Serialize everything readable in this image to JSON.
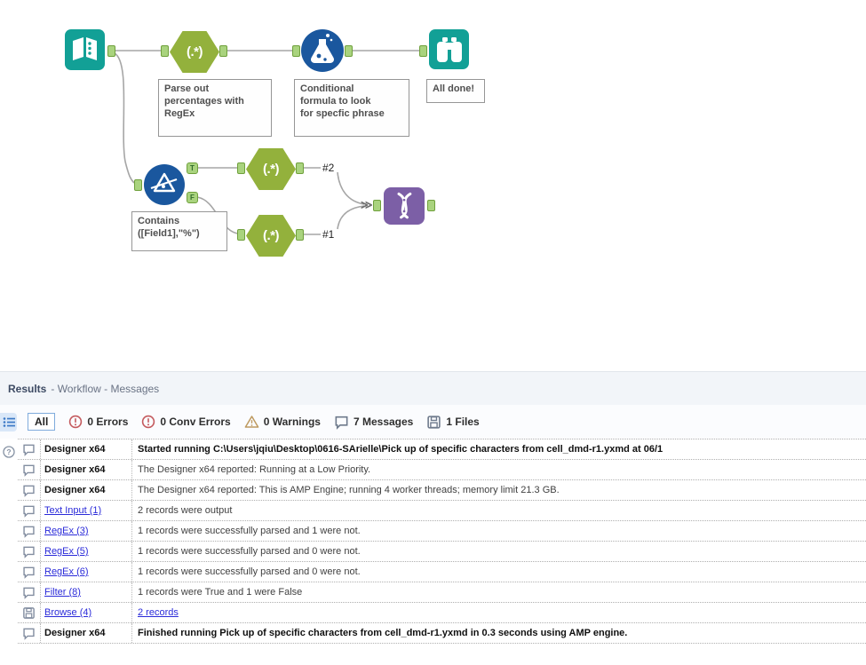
{
  "workflow": {
    "glyphs": {
      "regex": "(.*)",
      "t": "T",
      "f": "F",
      "multi_input": "≫"
    },
    "connection_labels": {
      "out2": "#2",
      "out1": "#1"
    },
    "annotations": {
      "regex_parse": "Parse out\npercentages with\nRegEx",
      "formula": "Conditional\nformula to look\nfor specfic phrase",
      "browse": "All done!",
      "filter": "Contains\n([Field1],\"%\")"
    },
    "colors": {
      "teal": "#12A096",
      "hex_green": "#93B13C",
      "blue": "#1A579E",
      "purple": "#7C5FA6",
      "anchor_green": "#A9D37E",
      "wire_gray": "#A6A6A6"
    }
  },
  "results": {
    "header": {
      "title": "Results",
      "subtitle": "- Workflow - Messages"
    },
    "toolbar": {
      "all": "All",
      "errors": "0 Errors",
      "conv_errors": "0 Conv Errors",
      "warnings": "0 Warnings",
      "messages": "7 Messages",
      "files": "1 Files"
    },
    "colors": {
      "error_red": "#C45A5E",
      "warning_tan": "#BE9A60",
      "icon_gray": "#6E7A8C",
      "link_blue": "#2B2BD9"
    },
    "rows": [
      {
        "icon": "message",
        "source": "Designer x64",
        "source_link": false,
        "source_bold": true,
        "message": "Started running C:\\Users\\jqiu\\Desktop\\0616-SArielle\\Pick up of specific characters from cell_dmd-r1.yxmd at 06/1",
        "message_bold": true,
        "message_link": false
      },
      {
        "icon": "message",
        "source": "Designer x64",
        "source_link": false,
        "source_bold": true,
        "message": "The Designer x64 reported: Running at a Low Priority.",
        "message_bold": false,
        "message_link": false
      },
      {
        "icon": "message",
        "source": "Designer x64",
        "source_link": false,
        "source_bold": true,
        "message": "The Designer x64 reported: This is AMP Engine; running 4 worker threads; memory limit 21.3 GB.",
        "message_bold": false,
        "message_link": false
      },
      {
        "icon": "message",
        "source": "Text Input (1)",
        "source_link": true,
        "source_bold": false,
        "message": "2 records were output",
        "message_bold": false,
        "message_link": false
      },
      {
        "icon": "message",
        "source": "RegEx (3)",
        "source_link": true,
        "source_bold": false,
        "message": "1 records were successfully parsed and 1 were not.",
        "message_bold": false,
        "message_link": false
      },
      {
        "icon": "message",
        "source": "RegEx (5)",
        "source_link": true,
        "source_bold": false,
        "message": "1 records were successfully parsed and 0 were not.",
        "message_bold": false,
        "message_link": false
      },
      {
        "icon": "message",
        "source": "RegEx (6)",
        "source_link": true,
        "source_bold": false,
        "message": "1 records were successfully parsed and 0 were not.",
        "message_bold": false,
        "message_link": false
      },
      {
        "icon": "message",
        "source": "Filter (8)",
        "source_link": true,
        "source_bold": false,
        "message": "1 records were True and 1 were False",
        "message_bold": false,
        "message_link": false
      },
      {
        "icon": "file",
        "source": "Browse (4)",
        "source_link": true,
        "source_bold": false,
        "message": "2 records",
        "message_bold": false,
        "message_link": true
      },
      {
        "icon": "message",
        "source": "Designer x64",
        "source_link": false,
        "source_bold": true,
        "message": "Finished running Pick up of specific characters from cell_dmd-r1.yxmd in 0.3 seconds using AMP engine.",
        "message_bold": true,
        "message_link": false
      }
    ]
  }
}
